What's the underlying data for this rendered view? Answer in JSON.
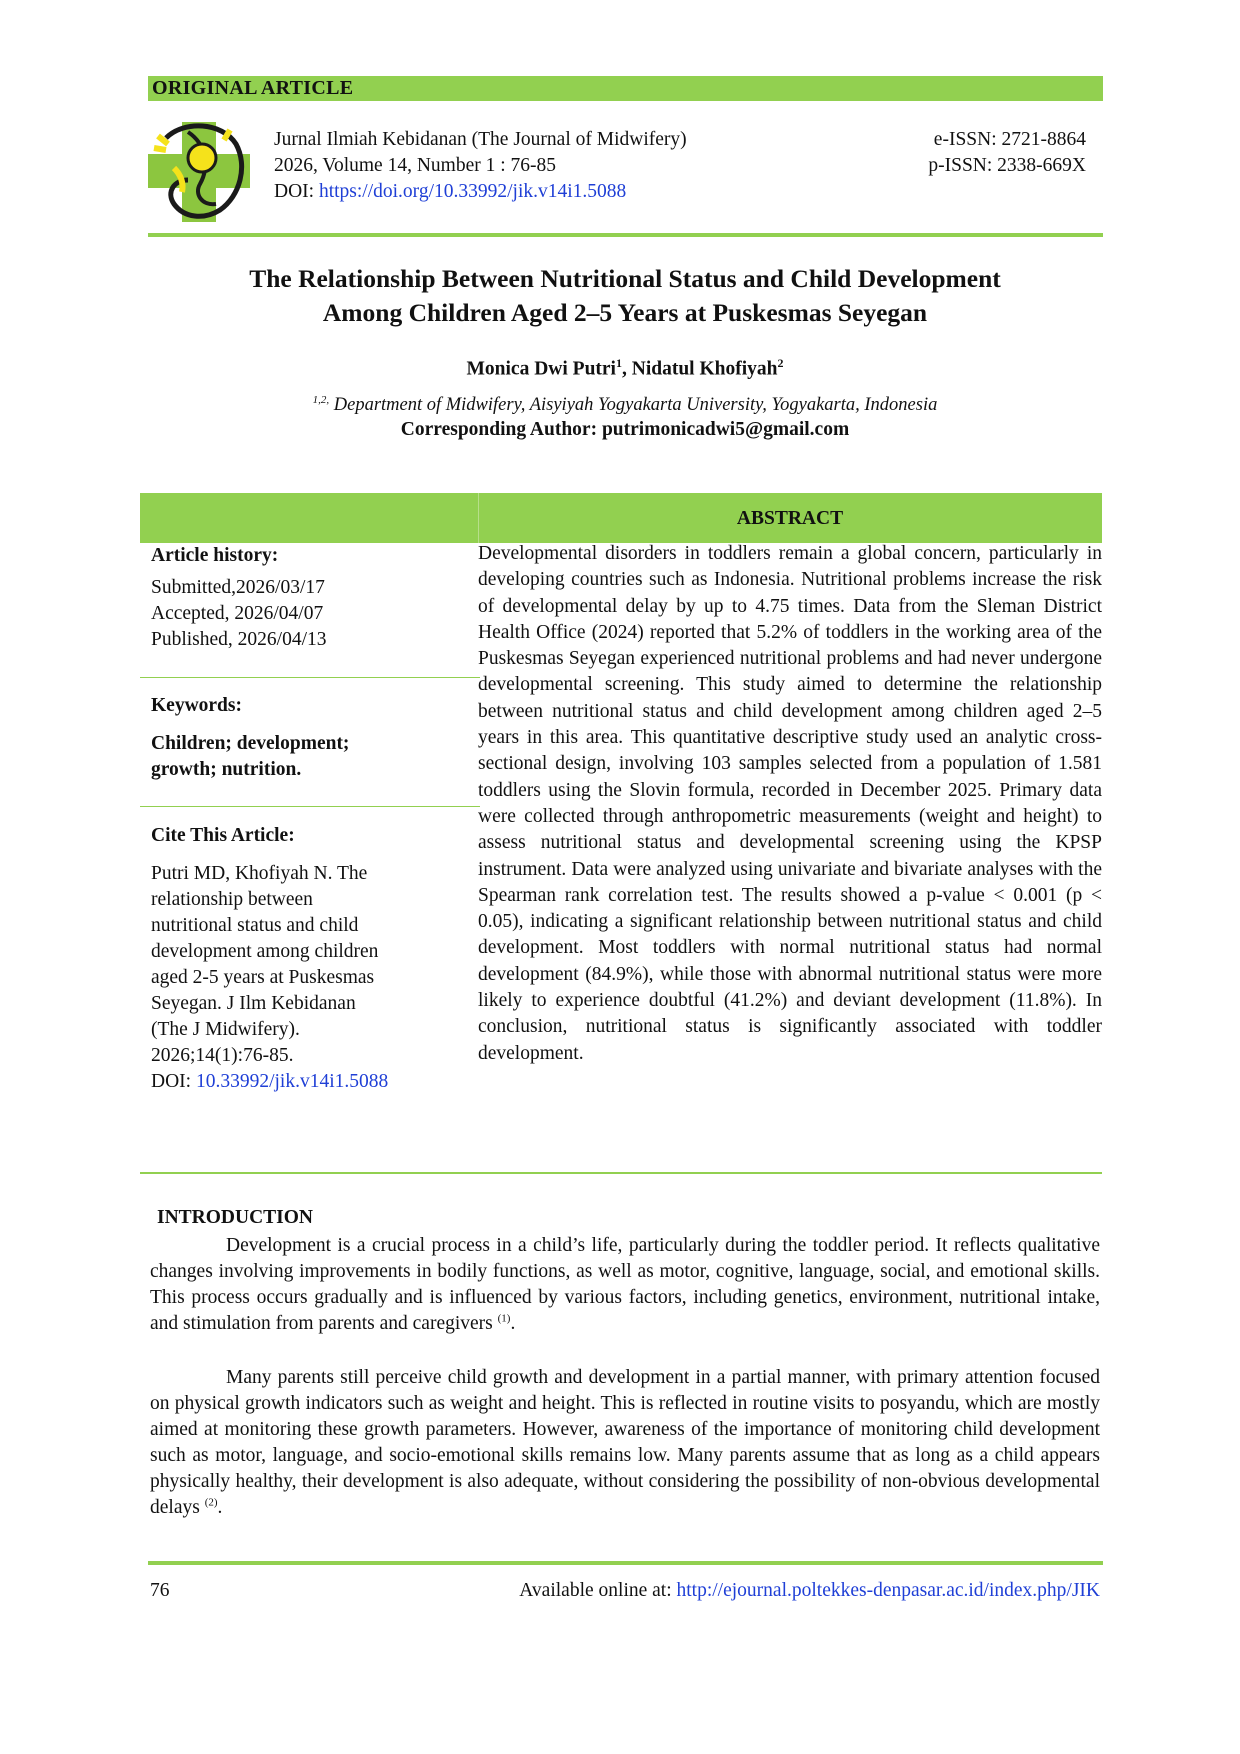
{
  "header": {
    "article_type": "ORIGINAL ARTICLE",
    "journal_name": "Jurnal Ilmiah Kebidanan (The Journal of Midwifery)",
    "volume_line": "2026, Volume 14, Number 1 : 76-85",
    "doi_label": "DOI: ",
    "doi_url": "https://doi.org/10.33992/jik.v14i1.5088",
    "eissn": "e-ISSN: 2721-8864",
    "pissn": "p-ISSN: 2338-669X"
  },
  "title": {
    "line1": "The Relationship Between Nutritional Status and Child Development",
    "line2": "Among Children Aged 2–5 Years at Puskesmas Seyegan"
  },
  "authors": {
    "author1": "Monica Dwi Putri",
    "author1_sup": "1",
    "separator": ", ",
    "author2": "Nidatul Khofiyah",
    "author2_sup": "2",
    "affiliation_sup": "1,2,",
    "affiliation": " Department of Midwifery, Aisyiyah Yogyakarta University, Yogyakarta, Indonesia",
    "corresponding": "Corresponding Author: putrimonicadwi5@gmail.com"
  },
  "sidebar": {
    "history_heading": "Article history:",
    "submitted": "Submitted,2026/03/17",
    "accepted": "Accepted, 2026/04/07",
    "published": "Published, 2026/04/13",
    "keywords_heading": "Keywords:",
    "keywords_line1": "Children; development;",
    "keywords_line2": "growth; nutrition.",
    "cite_heading": "Cite This Article:",
    "cite_lines": [
      "Putri MD, Khofiyah N. The",
      "relationship between",
      "nutritional status and child",
      "development among children",
      "aged 2-5 years at Puskesmas",
      "Seyegan. J Ilm Kebidanan",
      "(The J Midwifery).",
      "2026;14(1):76-85."
    ],
    "cite_doi_label": "DOI: ",
    "cite_doi": "10.33992/jik.v14i1.5088"
  },
  "abstract": {
    "heading": "ABSTRACT",
    "text": "Developmental disorders in toddlers remain a global concern, particularly in developing countries such as Indonesia. Nutritional problems increase the risk of developmental delay by up to 4.75 times. Data from the Sleman District Health Office (2024) reported that 5.2% of toddlers in the working area of the Puskesmas Seyegan experienced nutritional problems and had never undergone developmental screening. This study aimed to determine the relationship between nutritional status and child development among children aged 2–5 years in this area. This quantitative descriptive study used an analytic cross-sectional design, involving 103 samples selected from a population of 1.581 toddlers using the Slovin formula, recorded in December 2025. Primary data were collected through anthropometric measurements (weight and height) to assess nutritional status and developmental screening using the KPSP instrument. Data were analyzed using univariate and bivariate analyses with the Spearman rank correlation test. The results showed a p-value < 0.001 (p < 0.05), indicating a significant relationship between nutritional status and child development. Most toddlers with normal nutritional status had normal development (84.9%), while those with abnormal nutritional status were more likely to experience doubtful (41.2%) and deviant development (11.8%). In conclusion, nutritional status is significantly associated with toddler development."
  },
  "introduction": {
    "heading": "INTRODUCTION",
    "p1": "Development is a crucial process in a child’s life, particularly during the toddler period. It reflects qualitative changes involving improvements in bodily functions, as well as motor, cognitive, language, social, and emotional skills. This process occurs gradually and is influenced by various factors, including genetics, environment, nutritional intake, and stimulation from parents and caregivers ",
    "p1_cite": "(1)",
    "p1_end": ".",
    "p2": "Many parents still perceive child growth and development in a partial manner, with primary attention focused on physical growth indicators such as weight and height. This is reflected in routine visits to posyandu, which are mostly aimed at monitoring these growth parameters. However, awareness of the importance of monitoring child development such as motor, language, and socio-emotional skills remains low. Many parents assume that as long as a child appears physically healthy, their development is also adequate, without considering the possibility of non-obvious developmental delays ",
    "p2_cite": "(2)",
    "p2_end": "."
  },
  "footer": {
    "page_number": "76",
    "available_label": "Available online at: ",
    "available_url": "http://ejournal.poltekkes-denpasar.ac.id/index.php/JIK"
  },
  "colors": {
    "accent_green": "#92d050",
    "link_blue": "#1f3fd6"
  }
}
